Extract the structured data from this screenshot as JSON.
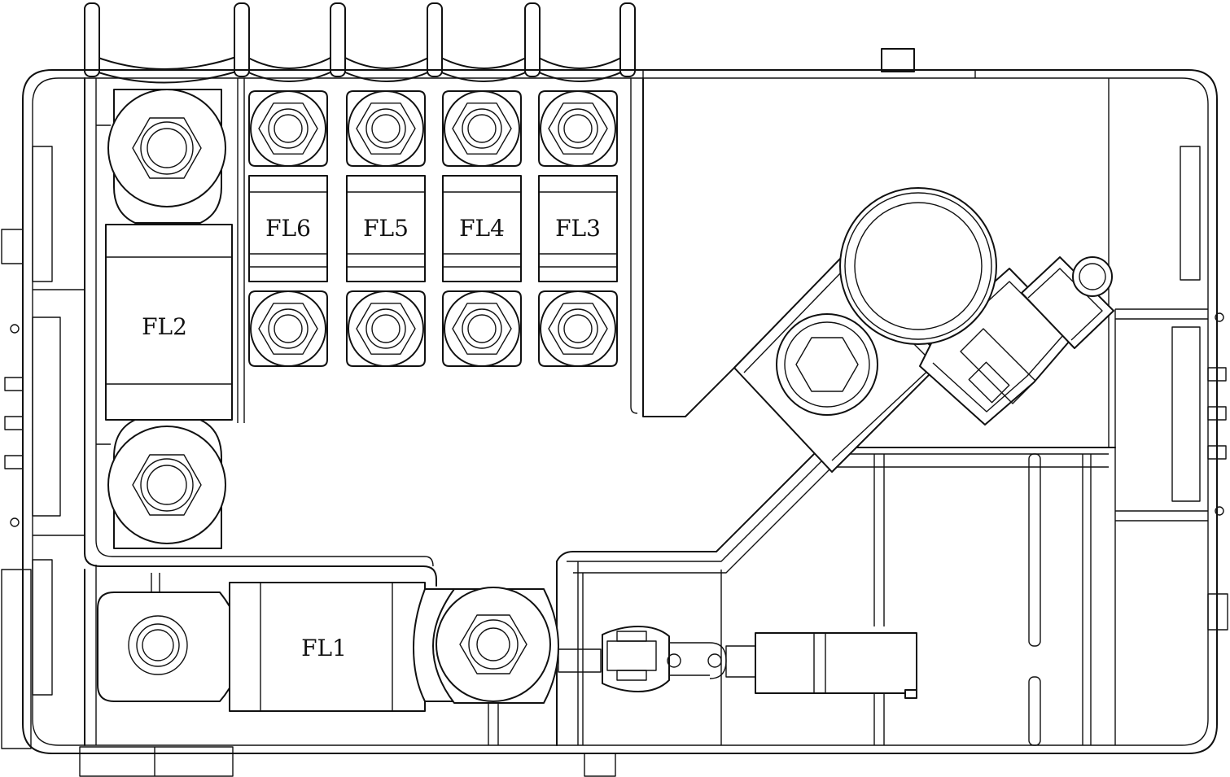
{
  "diagram": {
    "labels": {
      "fl1": "FL1",
      "fl2": "FL2",
      "fl3": "FL3",
      "fl4": "FL4",
      "fl5": "FL5",
      "fl6": "FL6"
    },
    "colors": {
      "line": "#111111",
      "background": "#ffffff"
    }
  }
}
